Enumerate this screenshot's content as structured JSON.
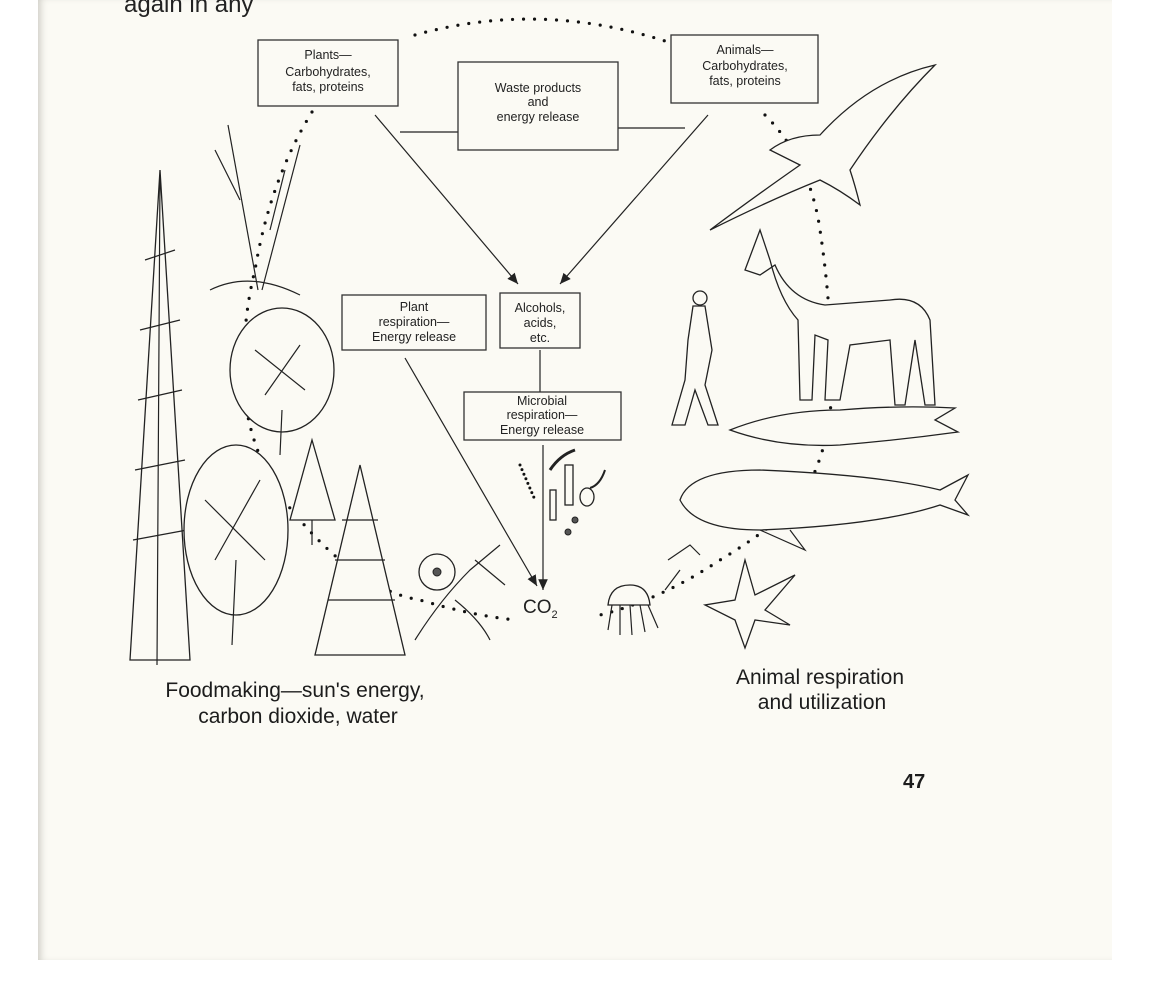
{
  "page": {
    "top_text_fragment": "again in any",
    "page_number": "47"
  },
  "diagram": {
    "boxes": {
      "plants": [
        "Plants—",
        "Carbohydrates,",
        "fats, proteins"
      ],
      "waste": [
        "Waste products",
        "and",
        "energy release"
      ],
      "animals": [
        "Animals—",
        "Carbohydrates,",
        "fats, proteins"
      ],
      "plant_respiration": [
        "Plant",
        "respiration—",
        "Energy release"
      ],
      "alcohols": [
        "Alcohols,",
        "acids,",
        "etc."
      ],
      "microbial": [
        "Microbial",
        "respiration—",
        "Energy release"
      ]
    },
    "co2": {
      "main": "CO",
      "sub": "2"
    },
    "captions": {
      "foodmaking": [
        "Foodmaking—sun's energy,",
        "carbon dioxide, water"
      ],
      "animal": [
        "Animal respiration",
        "and utilization"
      ]
    }
  }
}
